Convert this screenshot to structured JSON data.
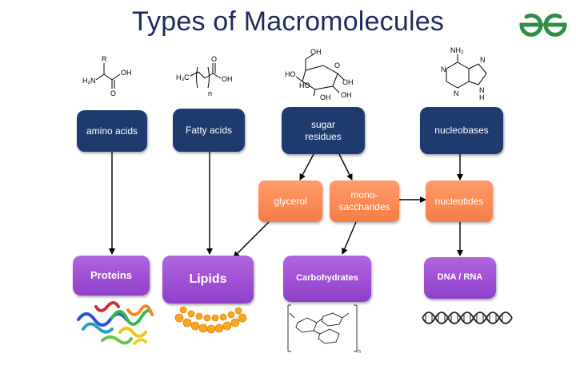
{
  "title": "Types of Macromolecules",
  "logo": {
    "text": "GfG",
    "color": "#2f8d46"
  },
  "structures": {
    "amino_acid": {
      "r": "R",
      "h2n": "H₂N",
      "oh": "OH",
      "o": "O"
    },
    "fatty_acid": {
      "h3c": "H₃C",
      "oh": "OH",
      "o": "O",
      "n": "n"
    },
    "sugar": {
      "oh": "OH",
      "ho": "HO",
      "o": "O"
    },
    "nucleobase": {
      "nh2": "NH₂",
      "n": "N",
      "h": "H"
    },
    "polysaccharide": {
      "n": "n"
    }
  },
  "monomers": {
    "amino_acids": "amino acids",
    "fatty_acids": "Fatty acids",
    "sugar_residues_line1": "sugar",
    "sugar_residues_line2": "residues",
    "nucleobases": "nucleobases"
  },
  "intermediates": {
    "glycerol": "glycerol",
    "monosaccharides_line1": "mono-",
    "monosaccharides_line2": "saccharides",
    "nucleotides": "nucleotides"
  },
  "macromolecules": {
    "proteins": "Proteins",
    "lipids": "Lipids",
    "carbohydrates": "Carbohydrates",
    "dna_rna": "DNA / RNA"
  },
  "colors": {
    "title": "#1f2a5c",
    "monomer_box": "#1e3b6e",
    "intermediate_box": "#f77c46",
    "macromolecule_box": "#9a4bd4",
    "arrow": "#000000"
  }
}
